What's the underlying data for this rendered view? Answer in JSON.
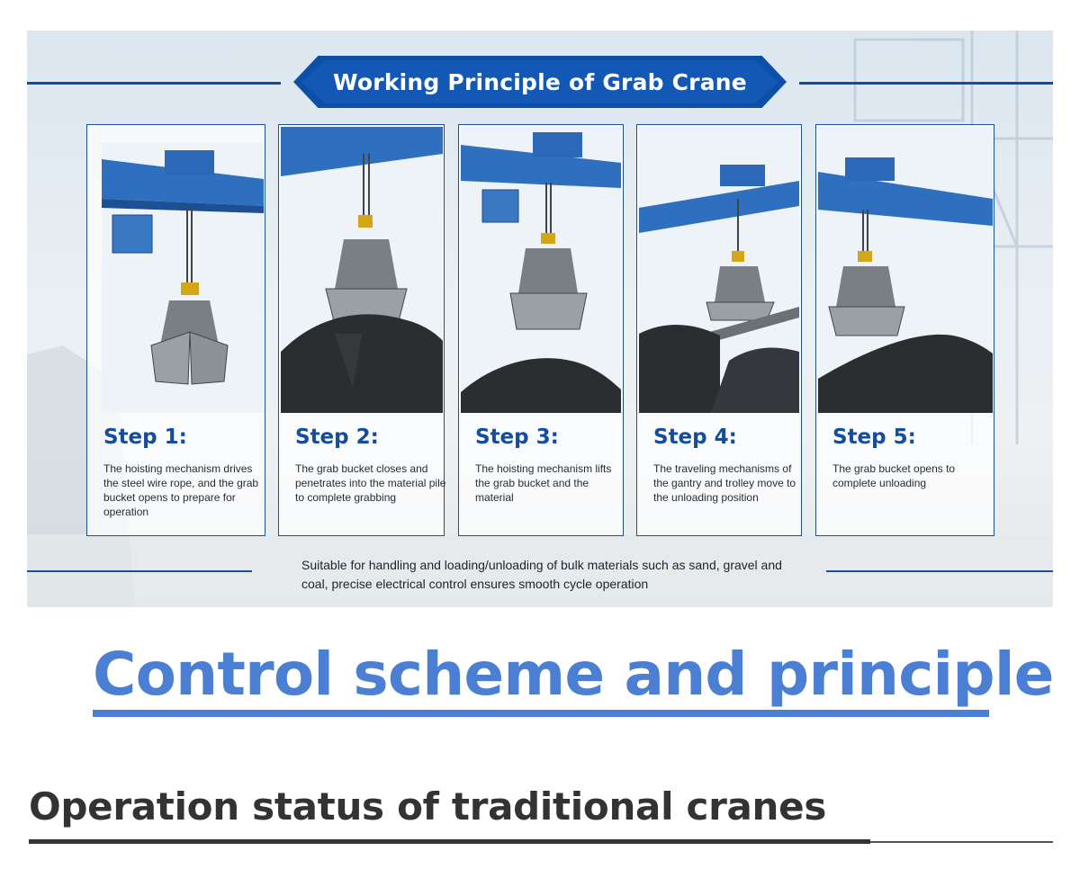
{
  "infographic": {
    "title": "Working Principle of Grab Crane",
    "steps": [
      {
        "label": "Step 1:",
        "description": "The hoisting mechanism drives the steel wire rope, and the grab bucket opens to prepare for operation"
      },
      {
        "label": "Step 2:",
        "description": "The grab bucket closes and penetrates into the material pile to complete grabbing"
      },
      {
        "label": "Step 3:",
        "description": "The hoisting mechanism lifts the grab bucket and the material"
      },
      {
        "label": "Step 4:",
        "description": "The traveling mechanisms of the gantry and trolley move to the unloading position"
      },
      {
        "label": "Step 5:",
        "description": "The grab bucket opens to complete unloading"
      }
    ],
    "footer": "Suitable for handling and loading/unloading of bulk materials such as sand, gravel and coal, precise electrical control ensures smooth cycle operation"
  },
  "headings": {
    "control": "Control scheme and principle",
    "traditional": "Operation status of traditional cranes"
  },
  "colors": {
    "banner": "#0d4fa6",
    "step_title": "#144d9b",
    "control_heading": "#4b7fd4",
    "traditional_heading": "#333333"
  }
}
